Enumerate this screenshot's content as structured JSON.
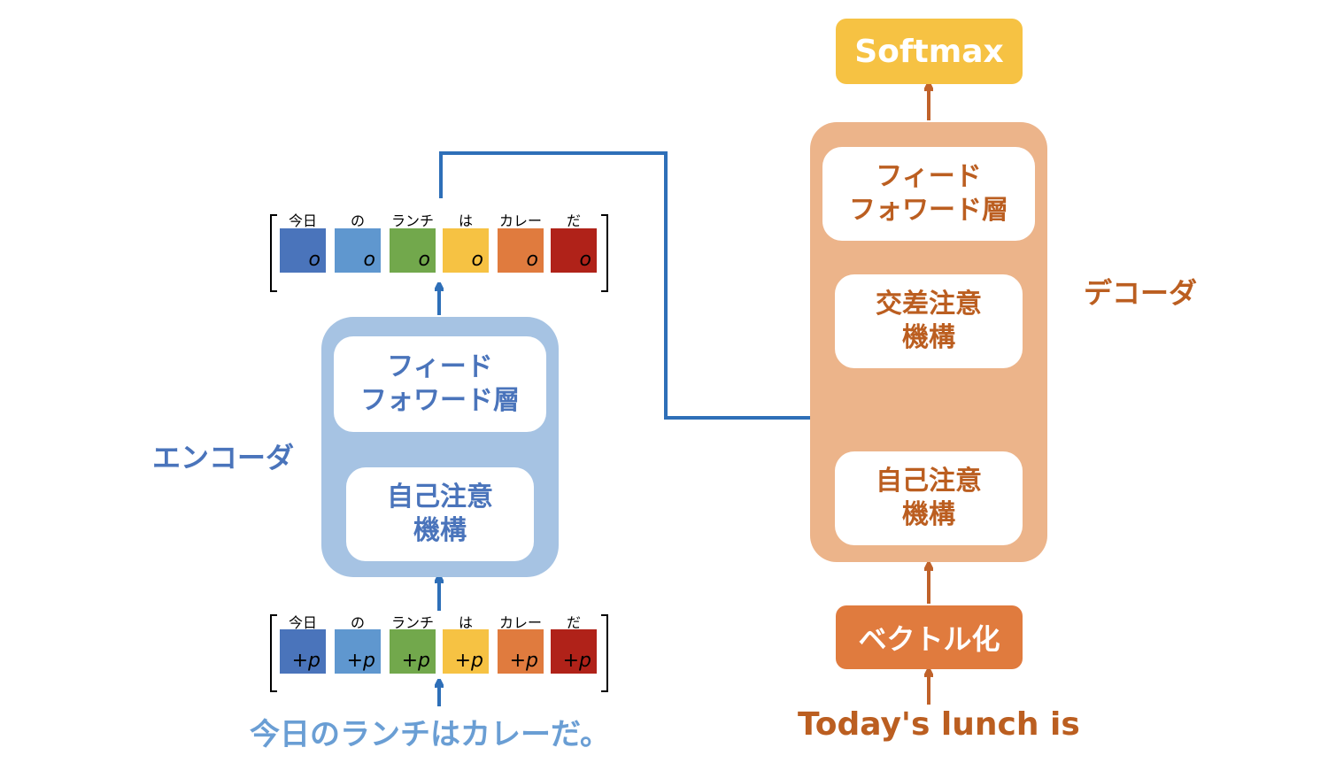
{
  "encoder": {
    "label": "エンコーダ",
    "ffn_label": "フィード\nフォワード層",
    "self_attention_label": "自己注意\n機構"
  },
  "decoder": {
    "label": "デコーダ",
    "ffn_label": "フィード\nフォワード層",
    "cross_attention_label": "交差注意\n機構",
    "self_attention_label": "自己注意\n機構"
  },
  "softmax_label": "Softmax",
  "vectorize_label": "ベクトル化",
  "input_sentence": "今日のランチはカレーだ。",
  "output_sentence": "Today's lunch is",
  "tokens": [
    {
      "label": "今日",
      "color": "#4a74bb"
    },
    {
      "label": "の",
      "color": "#5f97cf"
    },
    {
      "label": "ランチ",
      "color": "#72a84c"
    },
    {
      "label": "は",
      "color": "#f6c243"
    },
    {
      "label": "カレー",
      "color": "#e07b3e"
    },
    {
      "label": "だ",
      "color": "#b02219"
    }
  ],
  "input_symbol": "+p",
  "output_symbol": "o",
  "colors": {
    "encoder_blue": "#2e6fb8",
    "decoder_orange": "#c0622a",
    "encoder_panel": "#a6c3e3",
    "decoder_panel": "#ecb48a",
    "softmax": "#f6c243",
    "vectorize": "#e07b3e"
  }
}
